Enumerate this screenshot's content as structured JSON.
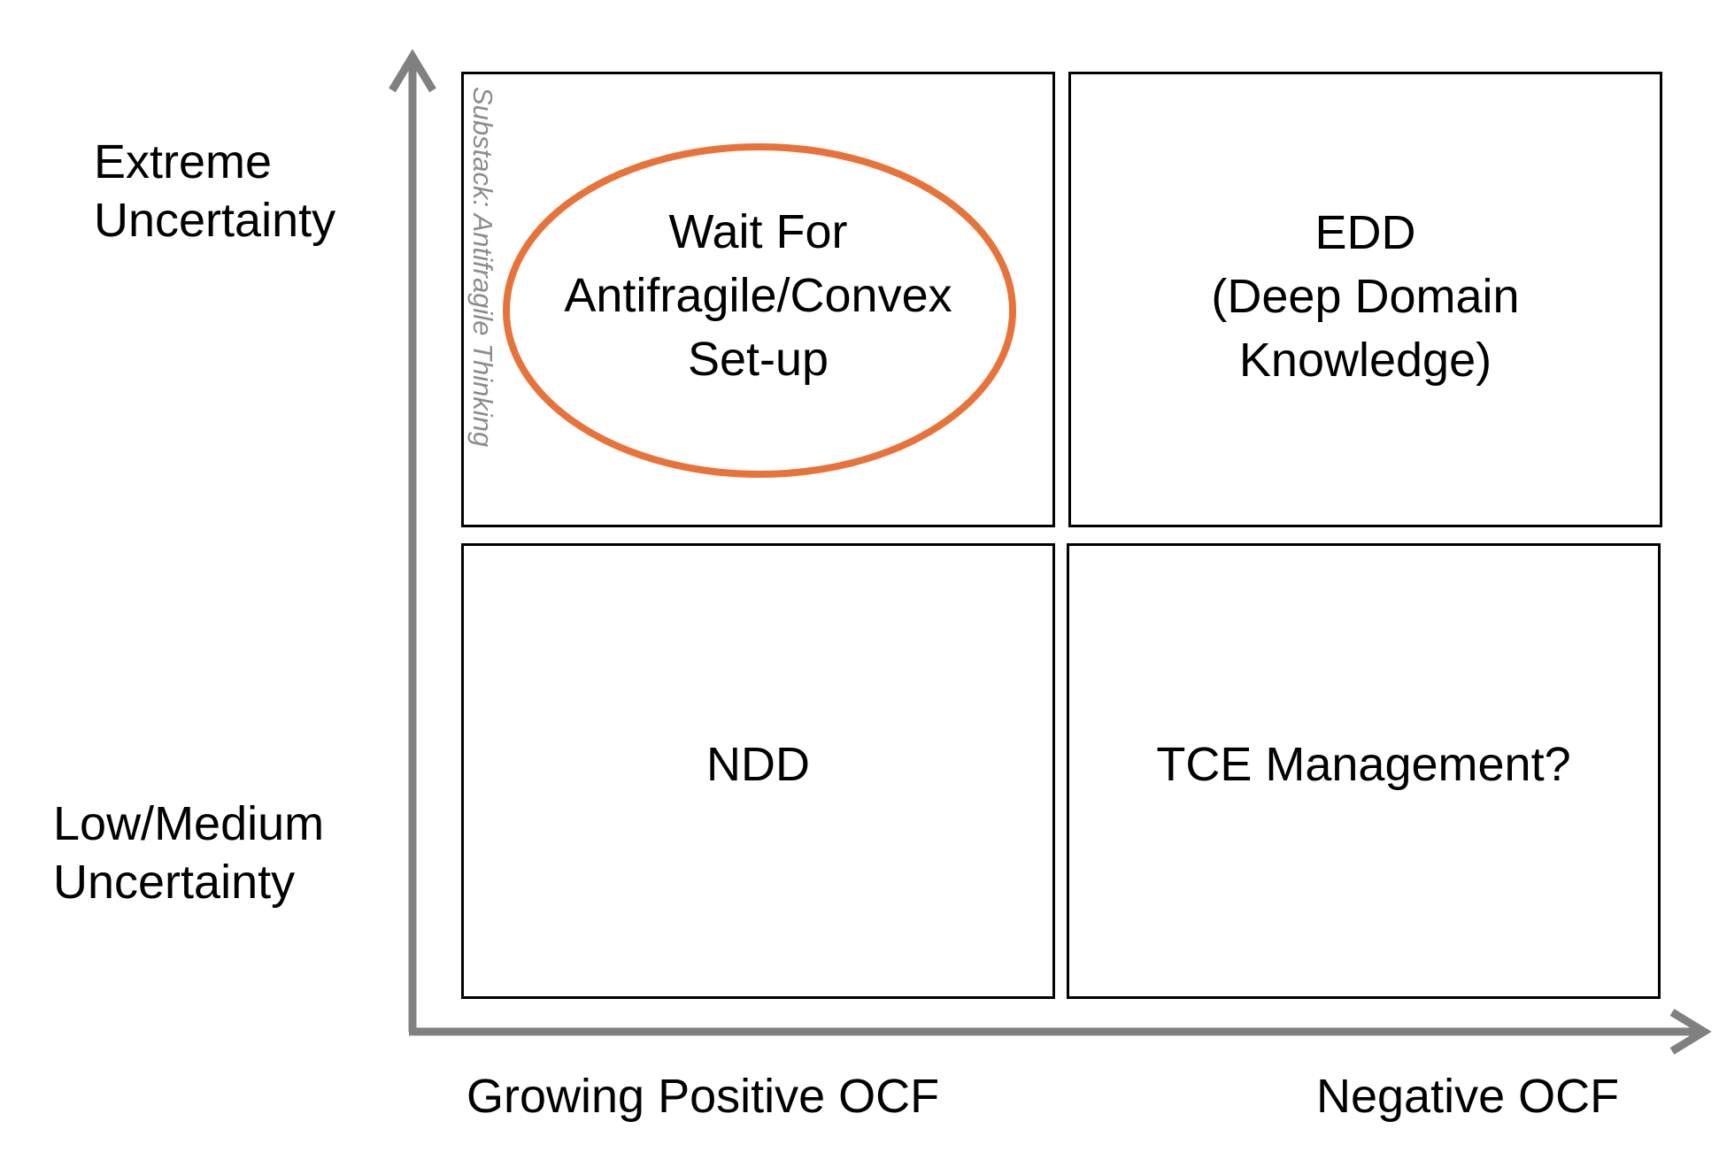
{
  "y_axis": {
    "top_label": [
      "Extreme",
      "Uncertainty"
    ],
    "bottom_label": [
      "Low/Medium",
      "Uncertainty"
    ]
  },
  "x_axis": {
    "left_label": "Growing Positive OCF",
    "right_label": "Negative OCF"
  },
  "quadrants": {
    "top_left": [
      "Wait For",
      "Antifragile/Convex",
      "Set-up"
    ],
    "top_right": [
      "EDD",
      "(Deep Domain",
      "Knowledge)"
    ],
    "bottom_left": [
      "NDD"
    ],
    "bottom_right": [
      "TCE Management?"
    ]
  },
  "watermark": "Substack: Antifragile Thinking",
  "colors": {
    "axis": "#808080",
    "highlight": "#E8733A",
    "border": "#000000",
    "watermark": "#8c8c8c"
  }
}
